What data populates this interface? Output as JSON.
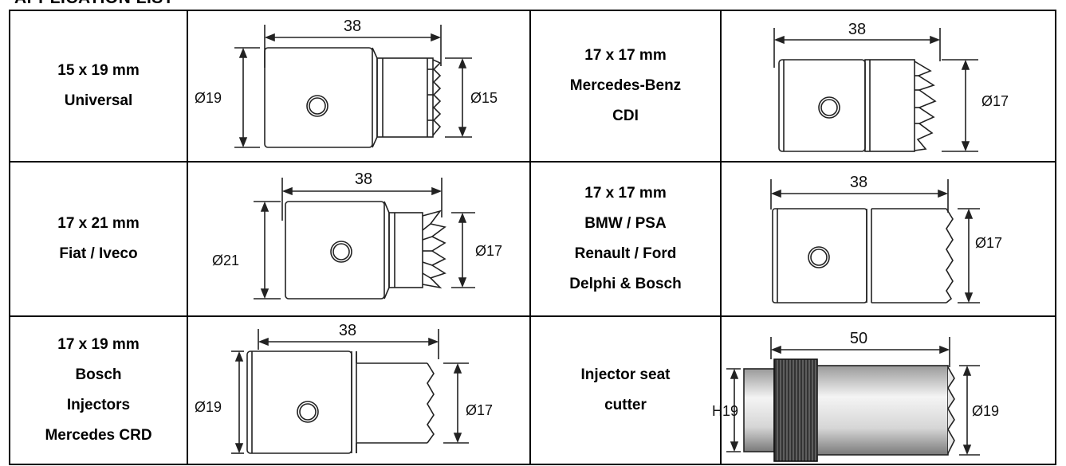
{
  "heading": "APPLICATION LIST",
  "rows": [
    {
      "left_label": [
        "15 x 19 mm",
        "Universal"
      ],
      "left_drawing": {
        "length": "38",
        "body_dia": "Ø19",
        "tip_dia": "Ø15",
        "tooth": "v-teeth"
      },
      "right_label": [
        "17 x 17 mm",
        "Mercedes-Benz",
        "CDI"
      ],
      "right_drawing": {
        "length": "38",
        "tip_dia": "Ø17",
        "tooth": "petal-teeth"
      }
    },
    {
      "left_label": [
        "17 x 21 mm",
        "Fiat / Iveco"
      ],
      "left_drawing": {
        "length": "38",
        "body_dia": "Ø21",
        "tip_dia": "Ø17",
        "tooth": "crown-teeth"
      },
      "right_label": [
        "17 x 17 mm",
        "BMW / PSA",
        "Renault / Ford",
        "Delphi & Bosch"
      ],
      "right_drawing": {
        "length": "38",
        "tip_dia": "Ø17",
        "tooth": "saw-teeth"
      }
    },
    {
      "left_label": [
        "17 x 19 mm",
        "Bosch",
        "Injectors",
        "Mercedes CRD"
      ],
      "left_drawing": {
        "length": "38",
        "body_dia": "Ø19",
        "tip_dia": "Ø17",
        "tooth": "saw-teeth"
      },
      "right_label": [
        "Injector seat",
        "cutter"
      ],
      "right_drawing": {
        "length": "50",
        "hex": "H19",
        "tip_dia": "Ø19",
        "tooth": "saw-teeth"
      }
    }
  ]
}
